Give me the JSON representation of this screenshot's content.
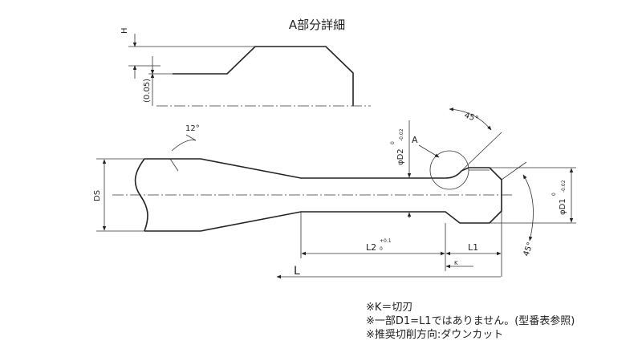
{
  "detail": {
    "title": "A部分詳細",
    "h_label": "H",
    "offset_label": "(0.05)"
  },
  "dims": {
    "angle_12": "12°",
    "angle_45_top": "45°",
    "angle_45_bottom": "45°",
    "ds_label": "DS",
    "d2_label": "φD2",
    "d2_tol_upper": "0",
    "d2_tol_lower": "-0.02",
    "d1_label": "φD1",
    "d1_tol_upper": "0",
    "d1_tol_lower": "-0.02",
    "a_label": "A",
    "l2_label": "L2",
    "l2_tol_upper": "+0.1",
    "l2_tol_lower": "0",
    "l1_label": "L1",
    "k_label": "K",
    "l_label": "L"
  },
  "notes": [
    "※K＝切刃",
    "※一部D1=L1ではありません。(型番表参照)",
    "※推奨切削方向:ダウンカット"
  ]
}
